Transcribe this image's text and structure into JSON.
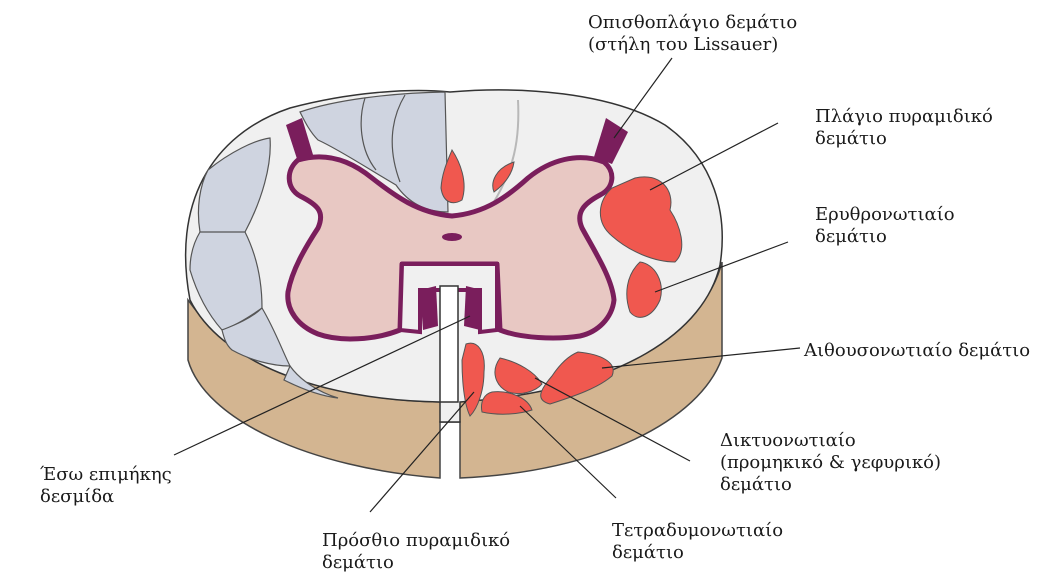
{
  "labels": {
    "posterolateral": [
      "Οπισθοπλάγιο δεμάτιο",
      "(στήλη του Lissauer)"
    ],
    "lateral_pyramidal": [
      "Πλάγιο πυραμιδικό",
      "δεμάτιο"
    ],
    "rubrospinal": [
      "Ερυθρονωτιαίο",
      "δεμάτιο"
    ],
    "vestibulospinal": [
      "Αιθουσονωτιαίο δεμάτιο"
    ],
    "reticulospinal": [
      "Δικτυονωτιαίο",
      "(προμηκικό & γεφυρικό)",
      "δεμάτιο"
    ],
    "tectospinal": [
      "Τετραδυμονωτιαίο",
      "δεμάτιο"
    ],
    "anterior_pyramidal": [
      "Πρόσθιο πυραμιδικό",
      "δεμάτιο"
    ],
    "medial_longitudinal": [
      "Έσω επιμήκης",
      "δεσμίδα"
    ]
  },
  "colors": {
    "base": "#d3b591",
    "white_matter": "#f0f0f0",
    "grey_matter": "#e8c8c3",
    "grey_matter_border": "#7a1e5c",
    "tract_red": "#f0584f",
    "sensory_tracts": "#cfd4e0",
    "outline": "#333333"
  }
}
